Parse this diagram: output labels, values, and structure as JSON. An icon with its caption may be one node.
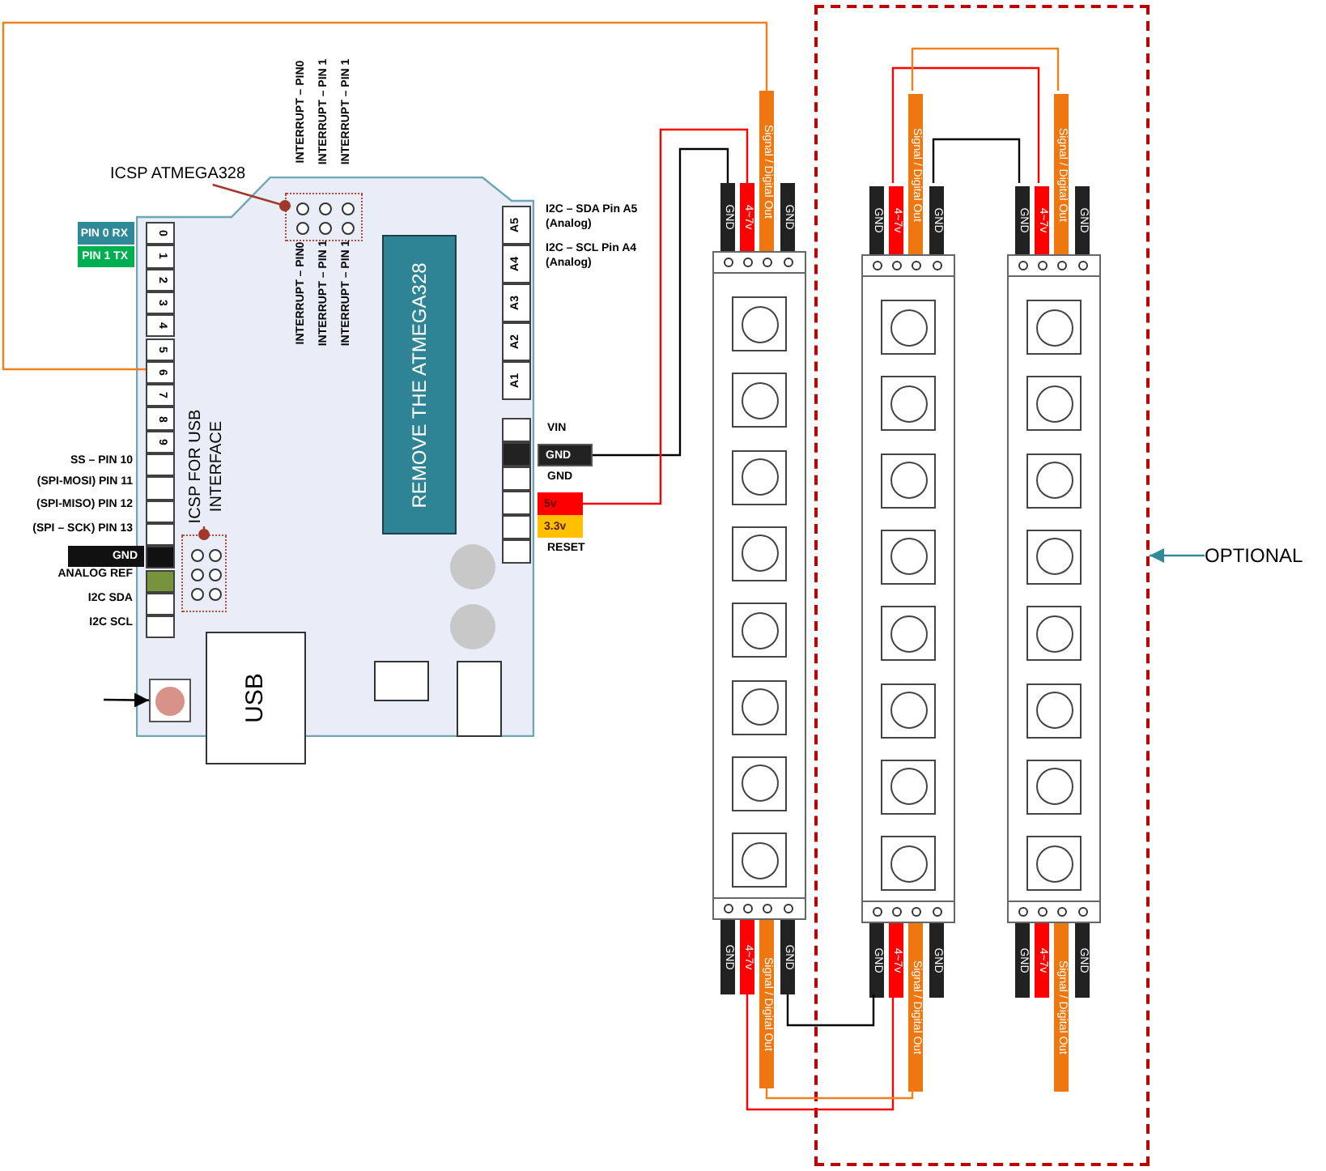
{
  "diagram": {
    "nodes": [
      {
        "text": [],
        "shape": "box"
      },
      {
        "text": [
          "ICSP ATMEGA328"
        ]
      },
      {
        "text": [],
        "shape": "box",
        "in": 0
      },
      {
        "text": [
          "PIN 0 RX"
        ]
      },
      {
        "text": [
          "PIN 1 TX"
        ]
      },
      {
        "text": [
          "0"
        ],
        "in": 0
      },
      {
        "text": [
          "1"
        ],
        "in": 0
      },
      {
        "text": [
          "2"
        ],
        "in": 0
      },
      {
        "text": [
          "3"
        ],
        "in": 0
      },
      {
        "text": [
          "4"
        ],
        "in": 0
      },
      {
        "text": [
          "5"
        ],
        "in": 0
      },
      {
        "text": [
          "6"
        ],
        "in": 0
      },
      {
        "text": [
          "7"
        ],
        "in": 0
      },
      {
        "text": [
          "8"
        ],
        "in": 0
      },
      {
        "text": [
          "9"
        ],
        "in": 0
      },
      {
        "text": [],
        "shape": "box",
        "in": 0
      },
      {
        "text": [],
        "shape": "box",
        "in": 0
      },
      {
        "text": [],
        "shape": "box",
        "in": 0
      },
      {
        "text": [],
        "shape": "box",
        "in": 0
      },
      {
        "text": [],
        "shape": "box",
        "in": 0
      },
      {
        "text": [],
        "shape": "box",
        "in": 0
      },
      {
        "text": [],
        "shape": "box",
        "in": 0
      },
      {
        "text": [],
        "shape": "box",
        "in": 0
      },
      {
        "text": [
          "GND"
        ]
      },
      {
        "text": [],
        "shape": "box",
        "in": 0
      },
      {
        "text": [
          "ICSP FOR USB INTERFACE"
        ],
        "in": 0
      },
      {
        "text": [
          "REMOVE THE ATMEGA328"
        ],
        "in": 0
      },
      {
        "text": [
          "A5"
        ],
        "in": 0
      },
      {
        "text": [
          "A4"
        ],
        "in": 0
      },
      {
        "text": [
          "A3"
        ],
        "in": 0
      },
      {
        "text": [
          "A2"
        ],
        "in": 0
      },
      {
        "text": [
          "A1"
        ],
        "in": 0
      },
      {
        "text": [],
        "shape": "box",
        "in": 0
      },
      {
        "text": [],
        "shape": "box",
        "in": 0
      },
      {
        "text": [],
        "shape": "box",
        "in": 0
      },
      {
        "text": [],
        "shape": "box",
        "in": 0
      },
      {
        "text": [],
        "shape": "box",
        "in": 0
      },
      {
        "text": [],
        "shape": "box",
        "in": 0
      },
      {
        "text": [
          "GND"
        ]
      },
      {
        "text": [
          "5v"
        ]
      },
      {
        "text": [
          "3.3v"
        ]
      },
      {
        "text": [
          "USB"
        ]
      },
      {
        "text": [],
        "shape": "box",
        "in": 0
      },
      {
        "text": [],
        "shape": "box"
      },
      {
        "text": [],
        "shape": "box"
      },
      {
        "text": [],
        "shape": "box",
        "in": 43
      },
      {
        "text": [],
        "shape": "box",
        "in": 43
      },
      {
        "text": [
          "GND"
        ]
      },
      {
        "text": [
          "4~7v"
        ]
      },
      {
        "text": [
          "Signal / Digital Out"
        ]
      },
      {
        "text": [
          "GND"
        ]
      },
      {
        "text": [
          "GND"
        ]
      },
      {
        "text": [
          "4~7v"
        ]
      },
      {
        "text": [
          "Signal / Digital Out"
        ]
      },
      {
        "text": [
          "GND"
        ]
      },
      {
        "text": [
          "GND"
        ],
        "in": 43
      },
      {
        "text": [
          "4~7v"
        ],
        "in": 43
      },
      {
        "text": [
          "Signal / Digital Out"
        ],
        "in": 43
      },
      {
        "text": [
          "GND"
        ],
        "in": 43
      },
      {
        "text": [
          "GND"
        ],
        "in": 43
      },
      {
        "text": [
          "4~7v"
        ],
        "in": 43
      },
      {
        "text": [
          "Signal / Digital Out"
        ],
        "in": 43
      },
      {
        "text": [
          "GND"
        ],
        "in": 43
      },
      {
        "text": [
          "GND"
        ],
        "in": 43
      },
      {
        "text": [
          "4~7v"
        ],
        "in": 43
      },
      {
        "text": [
          "Signal / Digital Out"
        ],
        "in": 43
      },
      {
        "text": [
          "GND"
        ],
        "in": 43
      },
      {
        "text": [
          "GND"
        ],
        "in": 43
      },
      {
        "text": [
          "4~7v"
        ],
        "in": 43
      },
      {
        "text": [
          "Signal / Digital Out"
        ],
        "in": 43
      },
      {
        "text": [
          "GND"
        ],
        "in": 43
      },
      {
        "text": [
          "OPTIONAL"
        ]
      }
    ],
    "edges": [
      {
        "from": 1,
        "to": 2,
        "arrow": "other",
        "color": "#a0392b"
      },
      {
        "from": 25,
        "to": 24,
        "arrow": "other",
        "color": "#a0392b"
      },
      {
        "from": null,
        "to": 42,
        "arrow": "to"
      },
      {
        "from": 11,
        "to": 49,
        "arrow": "none",
        "color": "#f07f1c"
      },
      {
        "from": 38,
        "to": 47,
        "arrow": "none"
      },
      {
        "from": 39,
        "to": 48,
        "arrow": "none",
        "color": "#ff0000"
      },
      {
        "from": 56,
        "to": 64,
        "arrow": "none",
        "color": "#ff0000"
      },
      {
        "from": 57,
        "to": 65,
        "arrow": "none",
        "color": "#f07f1c"
      },
      {
        "from": 58,
        "to": 63,
        "arrow": "none"
      },
      {
        "from": 54,
        "to": 59,
        "arrow": "none"
      },
      {
        "from": 52,
        "to": 60,
        "arrow": "none",
        "color": "#ff0000"
      },
      {
        "from": 53,
        "to": 61,
        "arrow": "none",
        "color": "#f07f1c"
      },
      {
        "from": 71,
        "to": 43,
        "arrow": "to",
        "color": "#2e8a99"
      }
    ],
    "labels": [
      "INTERRUPT – PIN0",
      "INTERRUPT – PIN 1",
      "INTERRUPT – PIN 1",
      "INTERRUPT – PIN0",
      "INTERRUPT – PIN 1",
      "INTERRUPT – PIN 1",
      "I2C – SDA Pin A5 (Analog)",
      "I2C – SCL Pin A4 (Analog)",
      "SS – PIN 10",
      "(SPI-MOSI) PIN 11",
      "(SPI-MISO) PIN 12",
      "(SPI – SCK) PIN 13",
      "ANALOG REF",
      "I2C SDA",
      "I2C SCL",
      "VIN",
      "GND",
      "RESET"
    ]
  }
}
